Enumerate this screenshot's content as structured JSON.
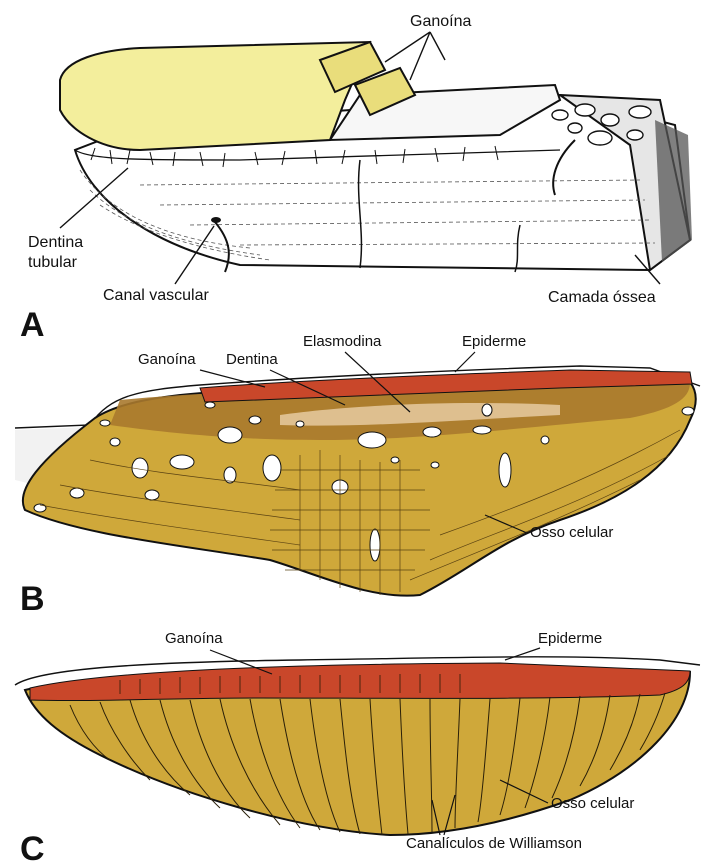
{
  "panels": [
    {
      "letter": "A",
      "labels": {
        "ganoina": "Ganoína",
        "dentina_tubular_1": "Dentina",
        "dentina_tubular_2": "tubular",
        "canal_vascular": "Canal vascular",
        "camada_ossea": "Camada óssea"
      }
    },
    {
      "letter": "B",
      "labels": {
        "elasmodina": "Elasmodina",
        "ganoina": "Ganoína",
        "dentina": "Dentina",
        "epiderme": "Epiderme",
        "osso_celular": "Osso celular"
      }
    },
    {
      "letter": "C",
      "labels": {
        "ganoina": "Ganoína",
        "epiderme": "Epiderme",
        "osso_celular": "Osso celular",
        "canaliculos": "Canalículos de Williamson"
      }
    }
  ],
  "colors": {
    "ganoine_yellow": "#f3ee9c",
    "ganoine_red": "#c9472a",
    "bone_gold": "#cfa83a",
    "dentine_brown": "#a8792d",
    "line": "#111111"
  }
}
